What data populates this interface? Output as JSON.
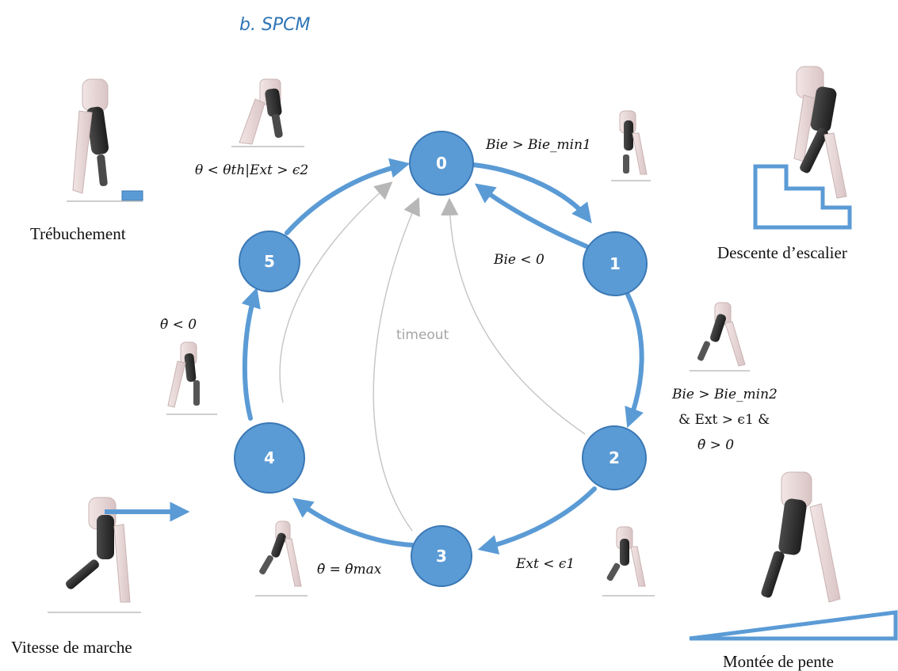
{
  "title": "b.  SPCM",
  "colors": {
    "accent": "#5b9bd5",
    "node_stroke": "#3a78b5",
    "gray_arrow": "#b7b7b7",
    "title": "#2e75b6"
  },
  "states": [
    "0",
    "1",
    "2",
    "3",
    "4",
    "5"
  ],
  "transitions": {
    "t01": "Bie > Bie_min1",
    "t10": "Bie < 0",
    "t12_line1": "Bie > Bie_min2",
    "t12_line2": "& Ext > ϵ1 &",
    "t12_line3": "θ̇ > 0",
    "t23": "Ext < ϵ1",
    "t34": "θ̇ = θ̇max",
    "t45": "θ̇ < 0",
    "t50": "θ < θth|Ext > ϵ2",
    "timeout": "timeout"
  },
  "scenarios": {
    "stumble": "Trébuchement",
    "stairs_down": "Descente d’escalier",
    "walk_speed": "Vitesse de marche",
    "slope_up": "Montée de pente"
  }
}
